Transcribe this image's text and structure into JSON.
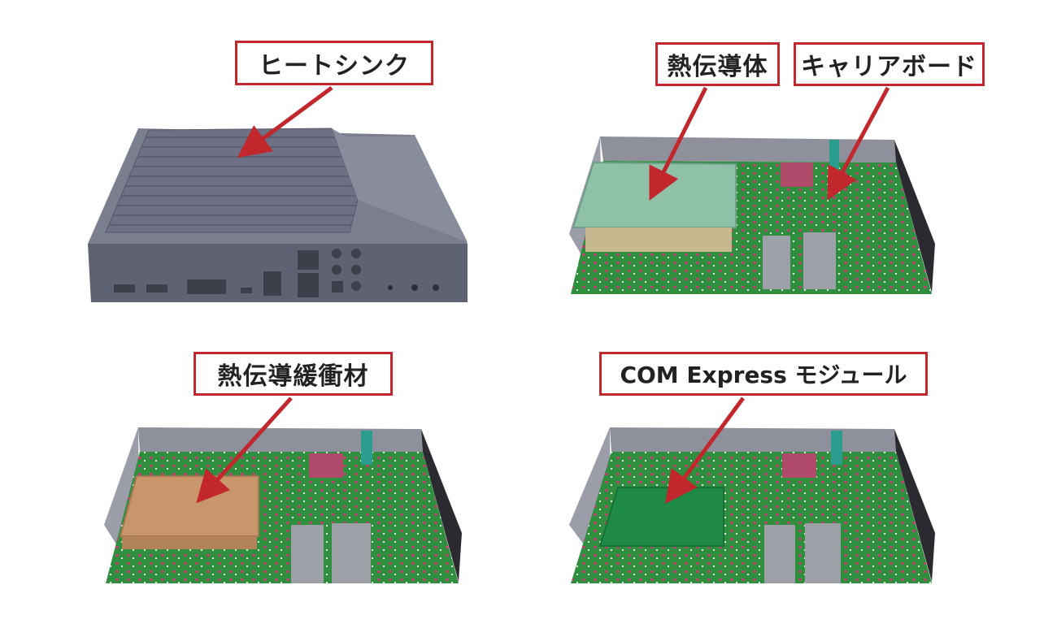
{
  "labels": {
    "heatsink": "ヒートシンク",
    "thermal_conductor": "熱伝導体",
    "carrier_board": "キャリアボード",
    "thermal_cushion": "熱伝導緩衝材",
    "com_express": "COM Express モジュール"
  },
  "colors": {
    "accent": "#c1272d",
    "chassis": "#6b6e7f",
    "pcb": "#2e8b3e",
    "thermal_conductor": "#8dbfa6",
    "thermal_cushion": "#c9956a",
    "com_module": "#1f8a45"
  }
}
